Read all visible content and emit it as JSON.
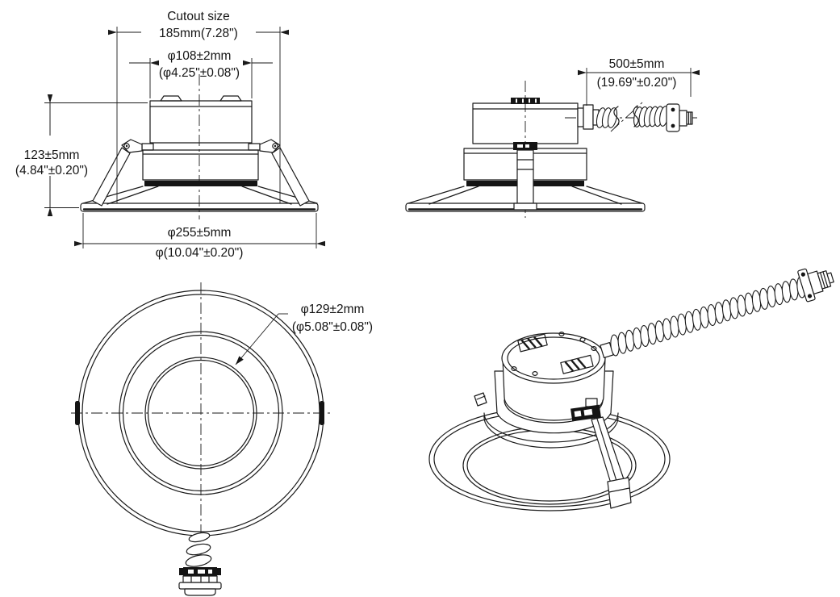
{
  "drawing": {
    "front_view": {
      "cutout_label": "Cutout size",
      "cutout_value": "185mm(7.28\")",
      "top_diameter_mm": "φ108±2mm",
      "top_diameter_in": "(φ4.25\"±0.08\")",
      "height_mm": "123±5mm",
      "height_in": "(4.84\"±0.20\")",
      "trim_diameter_mm": "φ255±5mm",
      "trim_diameter_in": "φ(10.04\"±0.20\")"
    },
    "side_view": {
      "conduit_length_mm": "500±5mm",
      "conduit_length_in": "(19.69\"±0.20\")"
    },
    "bottom_view": {
      "aperture_diameter_mm": "φ129±2mm",
      "aperture_diameter_in": "(φ5.08\"±0.08\")"
    }
  }
}
